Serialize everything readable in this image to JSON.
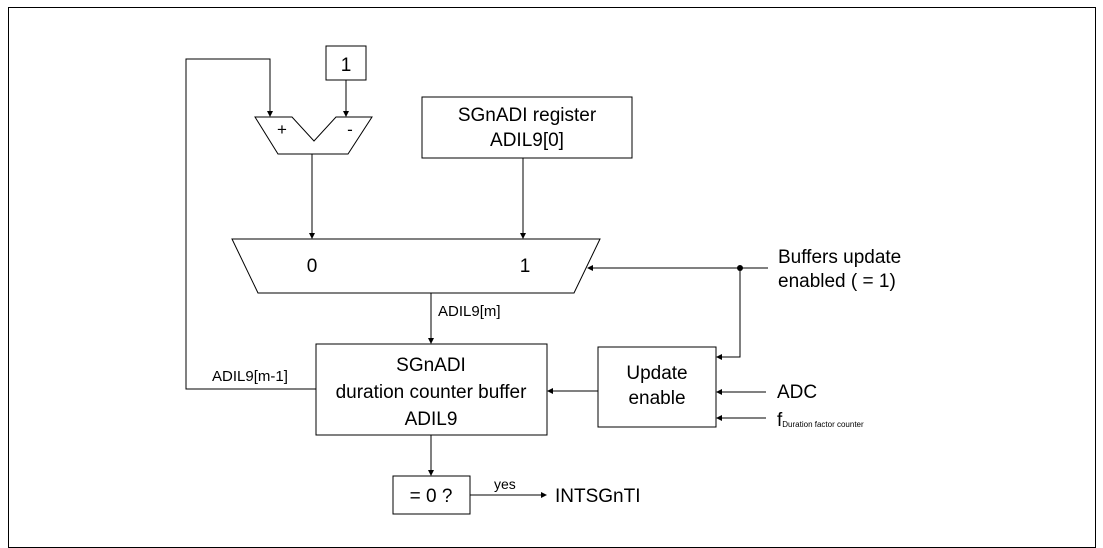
{
  "blocks": {
    "constant_one": "1",
    "subtractor": {
      "plus": "+",
      "minus": "-"
    },
    "register": {
      "line1": "SGnADI register",
      "line2": "ADIL9[0]"
    },
    "mux": {
      "input0": "0",
      "input1": "1"
    },
    "buffer": {
      "line1": "SGnADI",
      "line2": "duration counter buffer",
      "line3": "ADIL9"
    },
    "update_enable": {
      "line1": "Update",
      "line2": "enable"
    },
    "compare": "= 0 ?"
  },
  "signals": {
    "buffers_update_line1": "Buffers update",
    "buffers_update_line2": "enabled ( = 1)",
    "mux_output": "ADIL9[m]",
    "feedback": "ADIL9[m-1]",
    "adc": "ADC",
    "f_main": "f",
    "f_sub": "Duration factor counter",
    "yes": "yes",
    "interrupt": "INTSGnTI"
  }
}
